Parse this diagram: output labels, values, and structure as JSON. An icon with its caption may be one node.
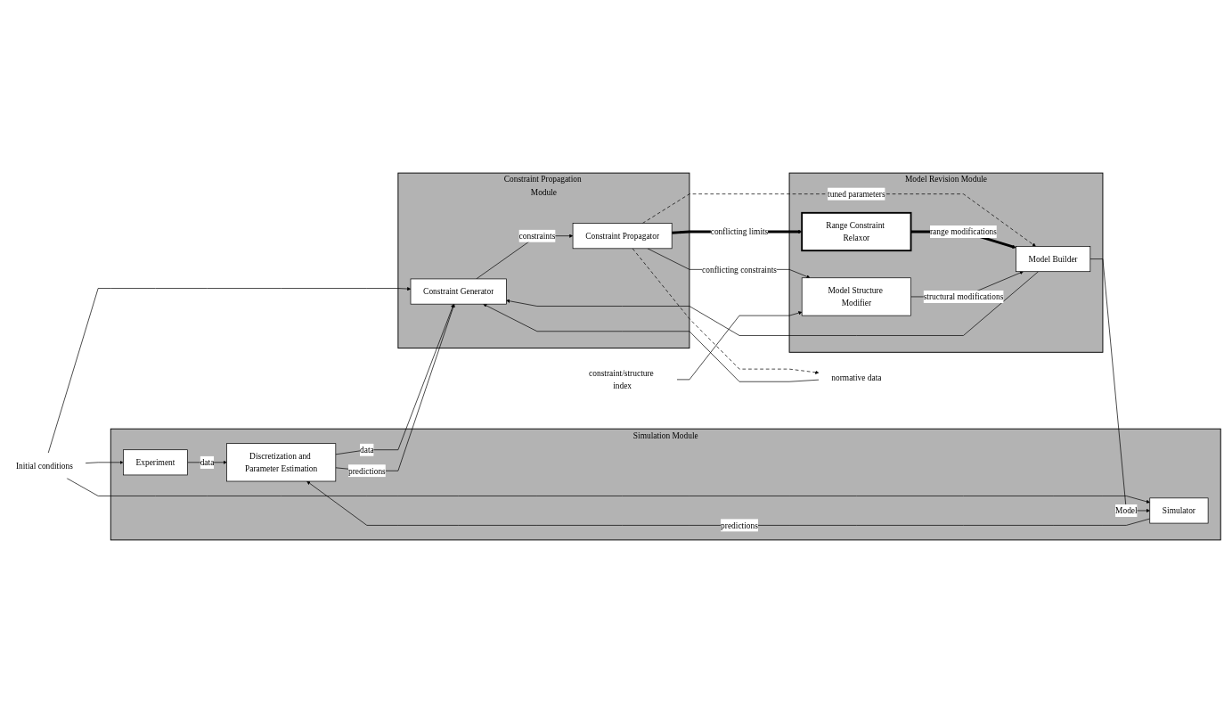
{
  "diagram": {
    "nodes": [
      {
        "text": [
          "Initial conditions"
        ]
      },
      {
        "text": [
          "Simulation Module"
        ]
      },
      {
        "text": [
          "Experiment"
        ],
        "in": 1
      },
      {
        "text": [
          "Simulator"
        ],
        "in": 1
      },
      {
        "text": [
          "Discretization and Parameter Estimation"
        ],
        "in": 1
      },
      {
        "text": [
          "Constraint Propagation Module"
        ]
      },
      {
        "text": [
          "Constraint Generator"
        ],
        "in": 5
      },
      {
        "text": [
          "Constraint Propagator"
        ],
        "in": 5
      },
      {
        "text": [
          "Model Revision Module"
        ]
      },
      {
        "text": [
          "Model Builder"
        ],
        "in": 8
      },
      {
        "text": [
          "Range Constraint Relaxor"
        ],
        "in": 8
      },
      {
        "text": [
          "Model Structure Modifier"
        ],
        "in": 8
      },
      {
        "text": [
          "normative data"
        ]
      },
      {
        "text": [
          "constraint/structure index"
        ]
      }
    ],
    "edges": [
      {
        "from": 0,
        "to": 2,
        "arrow": "to"
      },
      {
        "from": 0,
        "to": 3,
        "arrow": "to"
      },
      {
        "from": 0,
        "to": 6,
        "arrow": "to"
      },
      {
        "from": 2,
        "to": 4,
        "label": "data",
        "arrow": "to"
      },
      {
        "from": 3,
        "to": 4,
        "label": "predictions",
        "arrow": "to"
      },
      {
        "from": 4,
        "to": 6,
        "label": "data",
        "arrow": "to"
      },
      {
        "from": 4,
        "to": 6,
        "label": "predictions",
        "arrow": "to"
      },
      {
        "from": 12,
        "to": 6,
        "arrow": "to"
      },
      {
        "from": 6,
        "to": 7,
        "label": "constraints",
        "arrow": "to"
      },
      {
        "from": 7,
        "to": 12,
        "arrow": "to",
        "style": "dashed"
      },
      {
        "from": 7,
        "to": 9,
        "label": "tuned parameters",
        "arrow": "to",
        "style": "dashed"
      },
      {
        "from": 7,
        "to": 10,
        "label": "conflicting limits",
        "arrow": "to",
        "style": "thick"
      },
      {
        "from": 7,
        "to": 11,
        "label": "conflicting constraints",
        "arrow": "to"
      },
      {
        "from": 10,
        "to": 9,
        "label": "range modifications",
        "arrow": "to",
        "style": "thick"
      },
      {
        "from": 11,
        "to": 9,
        "label": "structural modifications",
        "arrow": "to"
      },
      {
        "from": 9,
        "to": 3,
        "label": "Model",
        "arrow": "to"
      },
      {
        "from": 9,
        "to": 6,
        "arrow": "to"
      },
      {
        "from": 13,
        "to": 11,
        "arrow": "to"
      }
    ]
  }
}
